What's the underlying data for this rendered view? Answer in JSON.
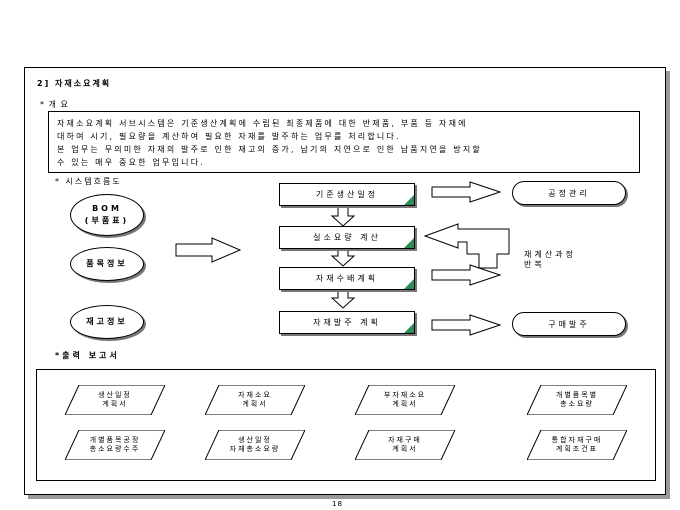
{
  "section_title": "2] 자재소요계획",
  "overview": {
    "label": "* 개          요",
    "lines": [
      "자재소요계획 서브시스템은 기준생산계획에 수립된 최종제품에 대한 반제품, 부품 등 자재에",
      "대하여 시기, 필요량을 계산하여 필요한 자재를 발주하는 업무를 처리합니다.",
      "본 업무는 무의미한 자재의 발주로 인한 재고의 증가, 납기의 지연으로 인한 납품지연을 방지할",
      "수 있는 매우 중요한 업무입니다."
    ]
  },
  "flow": {
    "label": "* 시스템흐름도",
    "inputs": [
      {
        "line1": "BOM",
        "line2": "(부품표)"
      },
      {
        "line1": "품목정보",
        "line2": ""
      },
      {
        "line1": "재고정보",
        "line2": ""
      }
    ],
    "steps": [
      "기준생산일정",
      "실소요량 계산",
      "자재수배계획",
      "자재발주 계획"
    ],
    "outputs": {
      "top": "공정관리",
      "recalc_line1": "재계산과정",
      "recalc_line2": "반복",
      "bottom": "구매발주"
    },
    "accent_color": "#2e8b57"
  },
  "reports": {
    "label": "*출력 보고서",
    "items": [
      {
        "line1": "생산일정",
        "line2": "계획서"
      },
      {
        "line1": "자재소요",
        "line2": "계획서"
      },
      {
        "line1": "부자재소요",
        "line2": "계획서"
      },
      {
        "line1": "개별품목별",
        "line2": "총소요량"
      },
      {
        "line1": "개별품목공정",
        "line2": "총소요량수주"
      },
      {
        "line1": "생산일정",
        "line2": "자재총소요량"
      },
      {
        "line1": "자재구매",
        "line2": "계획서"
      },
      {
        "line1": "통합자재구매",
        "line2": "계획조건표"
      }
    ]
  },
  "page_number": "18"
}
